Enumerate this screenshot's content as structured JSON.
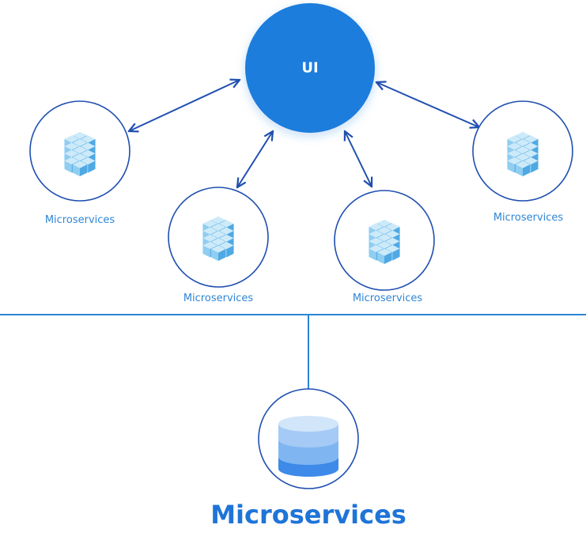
{
  "diagram": {
    "hub_label": "UI",
    "services": [
      {
        "label": "Microservices"
      },
      {
        "label": "Microservices"
      },
      {
        "label": "Microservices"
      },
      {
        "label": "Microservices"
      }
    ],
    "database_title": "Microservices",
    "colors": {
      "hub_fill": "#1e7ddc",
      "stroke": "#1f4fb0",
      "line": "#2a86d4",
      "label": "#2f86d6",
      "cube_light": "#bfe2f7",
      "cube_mid": "#7cc4ee",
      "cube_dark": "#3f9fdf",
      "db_top": "#bcd9f7",
      "db_mid": "#7fb6f1",
      "db_bottom": "#3d8ae8"
    },
    "icons": {
      "service": "cube-stack-icon",
      "database": "database-icon"
    }
  }
}
